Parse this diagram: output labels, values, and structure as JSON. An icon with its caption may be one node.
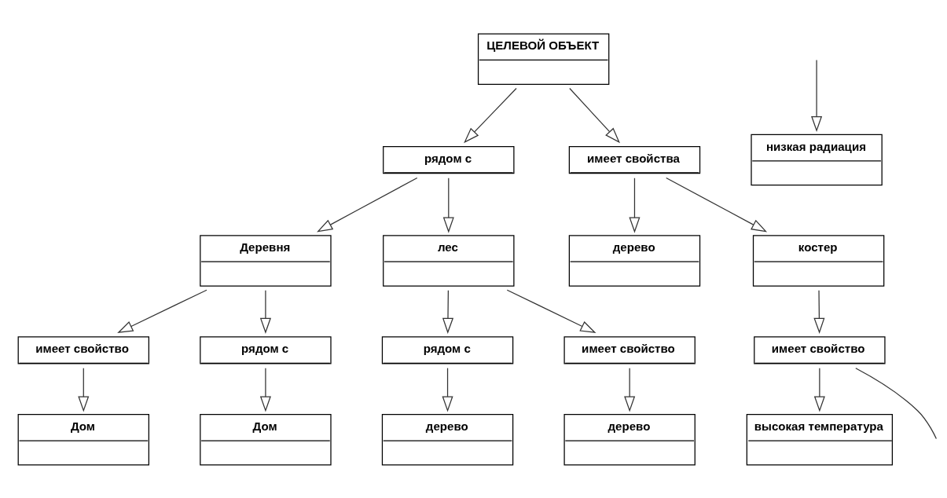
{
  "diagram": {
    "nodes": [
      {
        "text": [
          "Деревня"
        ]
      },
      {
        "text": [
          "имеет свойство"
        ]
      },
      {
        "text": [
          "Дом"
        ]
      },
      {
        "text": [
          "рядом с"
        ]
      },
      {
        "text": [
          "Дом"
        ]
      },
      {
        "text": [
          "рядом с"
        ]
      },
      {
        "text": [
          "лес"
        ]
      },
      {
        "text": [
          "рядом с"
        ]
      },
      {
        "text": [
          "дерево"
        ]
      },
      {
        "text": [
          "имеет свойство"
        ]
      },
      {
        "text": [
          "дерево"
        ]
      },
      {
        "text": [
          "ЦЕЛЕВОЙ ОБЪЕКТ"
        ]
      },
      {
        "text": [
          "имеет свойства"
        ]
      },
      {
        "text": [
          "дерево"
        ]
      },
      {
        "text": [
          "костер"
        ]
      },
      {
        "text": [
          "имеет свойство"
        ]
      },
      {
        "text": [
          "высокая температура"
        ]
      },
      {
        "text": [
          "низкая радиация"
        ]
      }
    ],
    "edges": [
      {
        "from": 0,
        "to": 1,
        "arrow": "to"
      },
      {
        "from": 1,
        "to": 2,
        "arrow": "to"
      },
      {
        "from": 0,
        "to": 3,
        "arrow": "to"
      },
      {
        "from": 3,
        "to": 4,
        "arrow": "to"
      },
      {
        "from": 7,
        "to": 0,
        "arrow": "to"
      },
      {
        "from": 6,
        "to": 5,
        "arrow": "to"
      },
      {
        "from": 7,
        "to": 6,
        "arrow": "to"
      },
      {
        "from": 5,
        "to": 8,
        "arrow": "to"
      },
      {
        "from": 6,
        "to": 9,
        "arrow": "to"
      },
      {
        "from": 9,
        "to": 10,
        "arrow": "to"
      },
      {
        "from": 11,
        "to": 7,
        "arrow": "to"
      },
      {
        "from": 11,
        "to": 12,
        "arrow": "to"
      },
      {
        "from": 12,
        "to": 13,
        "arrow": "to"
      },
      {
        "from": 12,
        "to": 14,
        "arrow": "to"
      },
      {
        "from": 14,
        "to": 15,
        "arrow": "to"
      },
      {
        "from": 15,
        "to": 16,
        "arrow": "to"
      },
      {
        "from": 15,
        "to": null,
        "arrow": "none"
      },
      {
        "from": null,
        "to": 17,
        "arrow": "to"
      }
    ]
  }
}
